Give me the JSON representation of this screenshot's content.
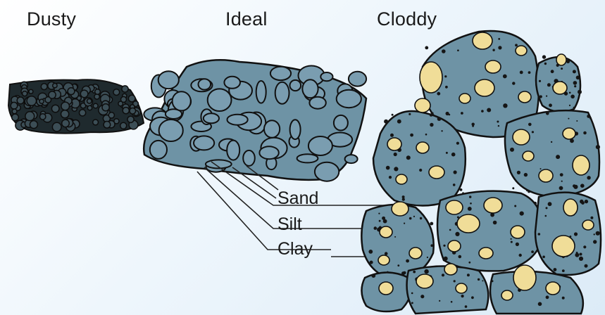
{
  "titles": {
    "dusty": "Dusty",
    "ideal": "Ideal",
    "cloddy": "Cloddy"
  },
  "labels": {
    "sand": "Sand",
    "silt": "Silt",
    "clay": "Clay"
  },
  "colors": {
    "background": "#e9f3fb",
    "aggregate_fill": "#6e93a5",
    "dusty_fill": "#1f2a2e",
    "sand_fill": "#f0dd98",
    "outline": "#111111"
  }
}
